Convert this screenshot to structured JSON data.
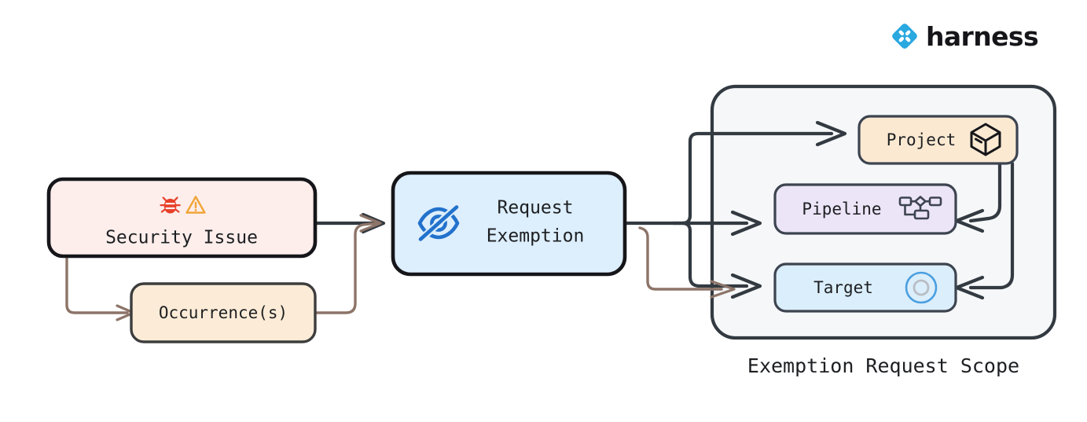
{
  "brand": {
    "name": "harness",
    "logo_icon": "harness-diamond-logo",
    "accent_color": "#2aa8e0"
  },
  "diagram": {
    "type": "flowchart",
    "nodes": [
      {
        "id": "security_issue",
        "label": "Security Issue",
        "icons": [
          "bug-icon",
          "warning-triangle-icon"
        ],
        "fill": "#fdeeec",
        "border": "#16161a"
      },
      {
        "id": "occurrences",
        "label": "Occurrence(s)",
        "fill": "#fcecd7",
        "border": "#3d3d3d"
      },
      {
        "id": "request_exemption",
        "label_line1": "Request",
        "label_line2": "Exemption",
        "icon": "eye-off-icon",
        "fill": "#ddeefc",
        "border": "#16161a"
      },
      {
        "id": "project",
        "label": "Project",
        "icon": "box-cube-icon",
        "fill": "#fbe9d2",
        "border": "#3d4450"
      },
      {
        "id": "pipeline",
        "label": "Pipeline",
        "icon": "pipeline-nodes-icon",
        "fill": "#ece4f7",
        "border": "#3d4450"
      },
      {
        "id": "target",
        "label": "Target",
        "icon": "target-rings-icon",
        "fill": "#dbeefb",
        "border": "#3d4450"
      }
    ],
    "scope_container": {
      "caption": "Exemption Request Scope",
      "fill": "#f5f7f9",
      "border": "#333a41"
    },
    "edges": [
      {
        "from": "security_issue",
        "to": "request_exemption",
        "color": "#333a41"
      },
      {
        "from": "security_issue",
        "to": "occurrences",
        "color": "#8d7468"
      },
      {
        "from": "occurrences",
        "to": "request_exemption",
        "color": "#8d7468"
      },
      {
        "from": "request_exemption",
        "to": "project",
        "color": "#333a41"
      },
      {
        "from": "request_exemption",
        "to": "pipeline",
        "color": "#333a41"
      },
      {
        "from": "request_exemption",
        "to": "target",
        "color": "#333a41"
      },
      {
        "from": "occurrences",
        "to": "target",
        "color": "#8d7468"
      },
      {
        "from": "project",
        "to": "pipeline",
        "color": "#333a41"
      },
      {
        "from": "project",
        "to": "target",
        "color": "#333a41"
      }
    ]
  },
  "colors": {
    "edge_dark": "#333a41",
    "edge_brown": "#8d7468",
    "bug_red": "#e8402a",
    "warning_amber": "#f0a63a",
    "eye_blue": "#2272cc",
    "target_ring_blue": "#4a9fe0",
    "target_ring_gray": "#b9bec4"
  }
}
